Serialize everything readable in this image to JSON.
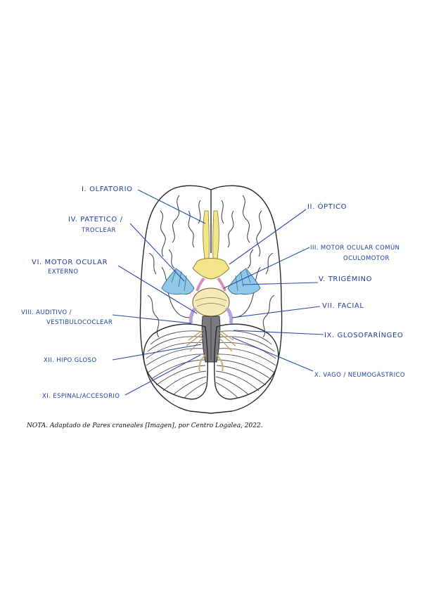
{
  "labels": {
    "olfatorio": "I. OLFATORIO",
    "optico": "II. ÓPTICO",
    "patetico_1": "IV. PATETICO /",
    "patetico_2": "TROCLEAR",
    "motor_comun_1": "III. MOTOR OCULAR COMÚN",
    "motor_comun_2": "OCULOMOTOR",
    "motor_externo_1": "VI. MOTOR OCULAR",
    "motor_externo_2": "EXTERNO",
    "trigemino": "V. TRIGÉMINO",
    "facial": "VII. FACIAL",
    "auditivo_1": "VIII. AUDITIVO /",
    "auditivo_2": "VESTIBULOCOCLEAR",
    "glosofaringeo": "IX. GLOSOFARÍNGEO",
    "hipogloso": "XII. HIPO GLOSO",
    "vago": "X. VAGO / NEUMOGÁSTRICO",
    "espinal": "XI. ESPINAL/ACCESORIO"
  },
  "note": "NOTA. Adaptado de Pares craneales [Imagen], por Centro Logalea, 2022.",
  "colors": {
    "ink": "#1f3f9c",
    "optic": "#f3e58a",
    "trigeminal": "#8fc8e8",
    "oculomotor": "#e8b4c8",
    "trochlear": "#d8c8e8",
    "pons": "#f5e9b8",
    "vermis": "#7a7a80"
  }
}
